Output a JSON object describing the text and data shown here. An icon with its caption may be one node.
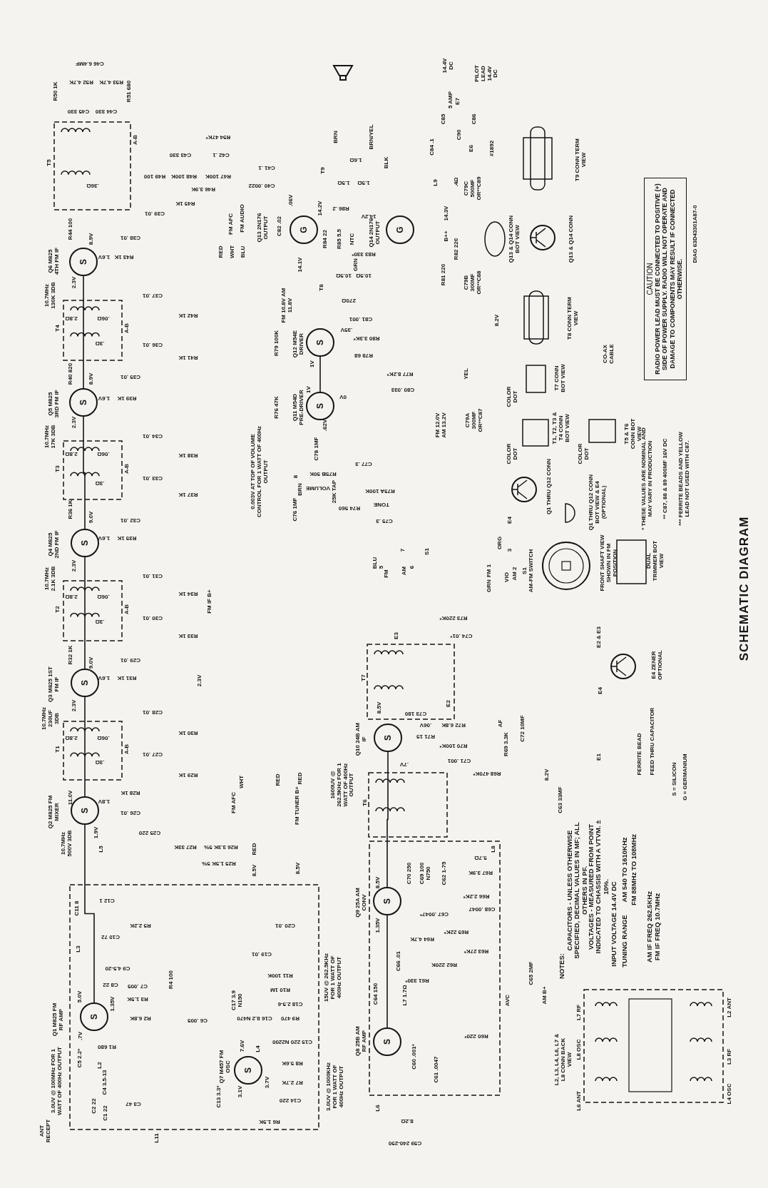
{
  "diagram": {
    "title": "SCHEMATIC DIAGRAM",
    "nodes": [
      {
        "text": [
          "S"
        ],
        "beside": [
          "Q1 M825 FM RF AMP"
        ]
      },
      {
        "text": [
          "S"
        ],
        "beside": [
          "Q2 M825 FM MIXER"
        ]
      },
      {
        "text": [
          "S"
        ],
        "beside": [
          "Q3 M825 1ST FM IF"
        ]
      },
      {
        "text": [
          "S"
        ],
        "beside": [
          "Q4 M825 2ND FM IF"
        ]
      },
      {
        "text": [
          "S"
        ],
        "beside": [
          "Q5 M825 3RD FM IF"
        ]
      },
      {
        "text": [
          "S"
        ],
        "beside": [
          "Q6 M825 4TH FM IF"
        ]
      },
      {
        "text": [
          "S"
        ],
        "beside": [
          "Q7 M457 FM OSC"
        ]
      },
      {
        "text": [
          "S"
        ],
        "beside": [
          "Q8 25B AM RF AMP"
        ]
      },
      {
        "text": [
          "S"
        ],
        "beside": [
          "Q9 25A AM CONV"
        ]
      },
      {
        "text": [
          "S"
        ],
        "beside": [
          "Q10 24B AM IF"
        ]
      },
      {
        "text": [
          "S"
        ],
        "beside": [
          "Q11 M54D PRE-DRIVER"
        ]
      },
      {
        "text": [
          "S"
        ],
        "beside": [
          "Q12 M54E DRIVER"
        ]
      },
      {
        "text": [
          "G"
        ],
        "beside": [
          "Q13 2N176 OUTPUT"
        ]
      },
      {
        "text": [
          "G"
        ],
        "beside": [
          "Q14 2N176 OUTPUT"
        ]
      },
      {
        "text": [
          "CAUTION",
          "RADIO POWER LEAD MUST BE CONNECTED TO POSITIVE (+) SIDE OF POWER SUPPLY. RADIO WILL NOT OPERATE AND DAMAGE TO COMPONENTS MAY RESULT IF CONNECTED OTHERWISE."
        ]
      }
    ],
    "edges": [
      {
        "from": 0,
        "to": 1,
        "arrow": "none"
      },
      {
        "from": 1,
        "to": 2,
        "arrow": "none"
      },
      {
        "from": 2,
        "to": 3,
        "arrow": "none"
      },
      {
        "from": 3,
        "to": 4,
        "arrow": "none"
      },
      {
        "from": 4,
        "to": 5,
        "arrow": "none"
      },
      {
        "from": 7,
        "to": 8,
        "arrow": "none"
      },
      {
        "from": 8,
        "to": 9,
        "arrow": "none"
      },
      {
        "from": 10,
        "to": 11,
        "arrow": "none"
      }
    ],
    "labels": [
      "C46 6.4MF",
      "R52 4.7K",
      "R53 4.7K",
      "R50 1K",
      "R51 680",
      "C45 330",
      "C44 330",
      "T5",
      "A-B",
      "R54 47K*",
      "C43 330",
      "C42 .1",
      "C41 .1",
      ".36Ω",
      "R49 100",
      "R48 100K",
      "R47 100K",
      "R46 3.9K",
      "C40 .0022",
      "R45 1K",
      "C39 .01",
      "FM AFC",
      "FM AUDIO",
      "RED",
      "WHT",
      "BLU",
      "R44 100",
      "8.9V",
      "C38 .01",
      "1.6V",
      "R43 1K",
      "2.3V",
      "10.7MHz 130K 3DB",
      "T4",
      "2.8Ω",
      ".06Ω",
      ".3Ω",
      "A-B",
      "C37 .01",
      "R42 1K",
      "C36 .01",
      "R41 1K",
      "R40 820",
      "8.9V",
      "C35 .01",
      "1.6V",
      "R39 1K",
      "2.3V",
      "BRN",
      "BRN/YEL",
      "BLK",
      "T9",
      "1.6Ω",
      "1.5Ω",
      "1.5Ω",
      ".06V",
      "C82 .02",
      "14.2V",
      "R86 .2",
      "14.2V",
      "R84 22",
      "R85 5.5",
      "NTC",
      "R83 330*",
      "14.1V",
      "GRN",
      "10.5Ω",
      "10.5Ω",
      "T8",
      "270Ω",
      "FM 10.8V AM 11.8V",
      "C81 .001",
      ".35V",
      "R80 3.3K*",
      "R78 68",
      "R79 100K",
      "1V",
      "R77 8.2K*",
      "C80 .033",
      "R76 47K",
      "1V",
      "0V",
      ".62V",
      "14.4V DC",
      "PILOT LEAD 14.4V DC",
      "5 AMP",
      "E7",
      "C85",
      "C86",
      "C90",
      "C84 .1",
      "E6",
      "#1892",
      "L9",
      ".4Ω",
      "C79C 500MF OR**C89",
      "14.3V",
      "B++",
      "R82 220",
      "R81 220",
      "C79B 300MF OR**C88",
      "8.2V",
      "Q13 & Q14 CONN BOT VIEW",
      "Q13 & Q14 CONN",
      "T9 CONN TERM VIEW",
      "T8 CONN TERM VIEW",
      "CO-AX CABLE",
      "DIAG 63D43301A87-0",
      "YEL",
      "T7 CONN BOT VIEW",
      "FM 12.0V AM 13.2V",
      "C79A 300MF OR**C87",
      "COLOR DOT",
      "T3",
      "10.7MHz 17K 3DB",
      "C34 .01",
      "R38 1K",
      "C33 .01",
      "R37 1K",
      "A-B",
      "2.8Ω",
      ".06Ω",
      ".3Ω",
      "R36 1K",
      "9.0V",
      "C32 .01",
      "1.6V",
      "R35 1K",
      "2.3V",
      "10.7MHz 2.1K 3DB",
      "T2",
      "C31 .01",
      "R34 1K",
      "C30 .01",
      "R33 1K",
      "A-B",
      "2.8Ω",
      ".06Ω",
      ".3Ω",
      "FM IF B+",
      "R32 1K",
      "9.0V",
      "C29 .01",
      "1.6V",
      "R31 1K",
      "2.3V",
      "2.3V",
      "10.7MHz 230UF 3DB",
      "T1",
      "C28 .01",
      "R30 1K",
      "C27 .01",
      "R29 1K",
      "A-B",
      "2.8Ω",
      ".06Ω",
      ".3Ω",
      "11.0V",
      "1.8V",
      "R28 1K",
      "C26 .01",
      "FM AFC",
      "WHT",
      "FM TUNER B+",
      "RED",
      "RED",
      "0.003V AT TOP OF VOLUME CONTROL FOR 1 WATT OF 400Hz OUTPUT",
      "C78 1MF",
      "C77 .3",
      "R75B 50K",
      "VOLUME",
      "25K TAP",
      "R74 560",
      "R75A 100K",
      "TONE",
      "C75 .3",
      "C76 1MF",
      "BRN",
      "8",
      "FM",
      "5",
      "BLU",
      "E3",
      "T7",
      "8.5V",
      "1600UV @ 262.5KHz FOR 1 WATT OF 400Hz OUTPUT",
      "T6",
      "AM",
      "6",
      "7",
      "S1",
      "ORG",
      "3",
      "FM 1",
      "GRN",
      "VIO",
      "AM 2",
      "AM-FM SWITCH",
      "S1",
      "E4",
      "Q1 THRU Q12 CONN",
      "Q1 THRU Q12 CONN BOT VIEW & E4 (OPTIONAL)",
      "FRONT SHAFT VIEW SHOWN IN FM POSITION",
      "DUAL TRIMMER BOT VIEW",
      "T1, T2, T3 & T4 CONN BOT VIEW",
      "T5 & T6 CONN BOT VIEW",
      "COLOR DOT",
      "COLOR DOT",
      "* THESE VALUES ARE NOMINAL AND MAY VARY IN PRODUCTION",
      "** C87, 88 & 89 400MF 16V DC",
      "*** FERRITE BEADS AND YELLOW LEAD NOT USED WITH C87.",
      "R73 220K*",
      "C74 .01*",
      "E2 & E3",
      "E4",
      "E1",
      "E4 ZENER OPTIONAL",
      "FERRITE BEAD",
      "FEED THRU CAPACITOR",
      "S = SILICON",
      "G = GERMANIUM",
      "C73 180",
      "E2",
      ".06V",
      "R72 6.8K",
      "R71 15",
      "R70 100K*",
      "C71 .001",
      "R69 3.3K",
      "AF",
      "C72 10MF",
      "R68 470K*",
      ".7V",
      "8.2V",
      "C63 33MF",
      "10.7MHz 500V 3DB",
      "1.9V",
      "L5",
      "C25 220",
      "R27 33K",
      "R26 3.3K 5%",
      "R25 1.5K 5%",
      "RED",
      "8.5V",
      "8.5V",
      "C12 1",
      "C11 8",
      "R5 2.2K",
      "C20 .01",
      "C10 72",
      "L3",
      "C9 4.5-20",
      "C8 22",
      "C19 .01",
      "R11 100K",
      "R10 1M",
      "R4 100",
      "C7 .005",
      "5.0V",
      "1.35V",
      "R3 1.5K",
      "R2 6.8K",
      "C6 .005",
      "C17 3.9 N150",
      "C18 2.5-6",
      "C16 8.2 N470",
      "R9 470",
      "L4",
      "C15 220 N2200",
      ".7V",
      "R1 680",
      "C5 2.2*",
      "L2",
      "C4 3.5-13",
      "7.6V",
      "R8 5.6K",
      "3.7V",
      "3.1V",
      "R7 2.7K",
      "C14 220",
      "C13 3.3*",
      "C3 47",
      "C2 22",
      "C1 22",
      "R6 1.5K",
      "ANT RECEPT",
      "3.0UV @ 100MHz FOR 1 WATT OF 400Hz OUTPUT",
      "L11",
      "15UV @ 262.5KHz FOR 1 WATT OF 400Hz OUTPUT",
      "3.0UV @ 1000KHz FOR 1 WATT OF 400Hz OUTPUT",
      "1.35V",
      "8.5V",
      "L6",
      "C70 250",
      "C69 100 N750",
      "C62 1-75",
      "L8",
      "5.7Ω",
      "R67 3.9K",
      "R66 2.2K*",
      "C68 .0047",
      "C67 .0047*",
      "R65 22K*",
      "R64 4.7K",
      "R63 27K*",
      "C66 .01",
      "R62 220K",
      "C64 150",
      "R61 330*",
      "L7 1.7Ω",
      "C65 2MF",
      "AVC",
      "AM B+",
      "R60 220*",
      "C60 .001*",
      "C61 .0047",
      "C59 240-250",
      "8.2Ω",
      "NOTES:",
      "CAPACITORS - UNLESS OTHERWISE SPECIFIED, DECIMAL VALUES IN MF; ALL OTHERS IN PF.",
      "VOLTAGES - MEASURED FROM POINT INDICATED TO CHASSIS WITH A VTVM. ± 10%.",
      "INPUT VOLTAGE 14.4V DC",
      "TUNING RANGE",
      "AM 540 TO 1610KHz",
      "FM 88MHz TO 108MHz",
      "AM IF FREQ 262.5KHz",
      "FM IF FREQ 10.7MHz",
      "L2, L3, L4, L6, L7 & L8 CONN BACK VIEW",
      "L6 ANT",
      "L8 OSC",
      "L7 RF",
      "L2 ANT",
      "L3 RF",
      "L4 OSC"
    ]
  }
}
